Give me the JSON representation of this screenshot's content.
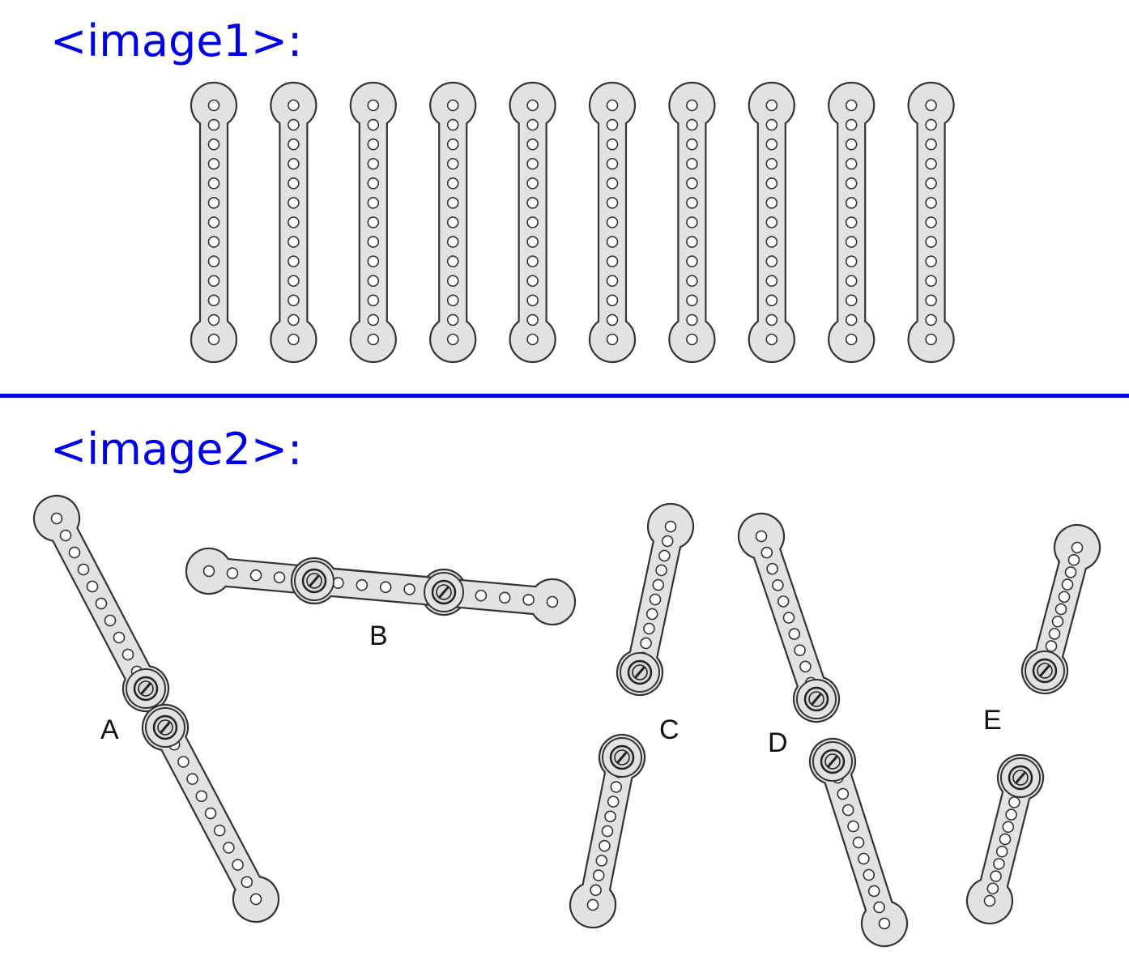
{
  "panel1": {
    "label": "<image1>:",
    "strip_count": 10,
    "holes_per_strip": 13
  },
  "panel2": {
    "label": "<image2>:",
    "assemblies": [
      {
        "letter": "A",
        "holes_per_strip": 11
      },
      {
        "letter": "B",
        "holes_per_strip": 11
      },
      {
        "letter": "C",
        "holes_per_strip": 11
      },
      {
        "letter": "D",
        "holes_per_strip": 11
      },
      {
        "letter": "E",
        "holes_per_strip": 11
      }
    ]
  },
  "colors": {
    "label": "#0000e6",
    "strip_fill": "#e2e2e2",
    "outline": "#333333"
  }
}
